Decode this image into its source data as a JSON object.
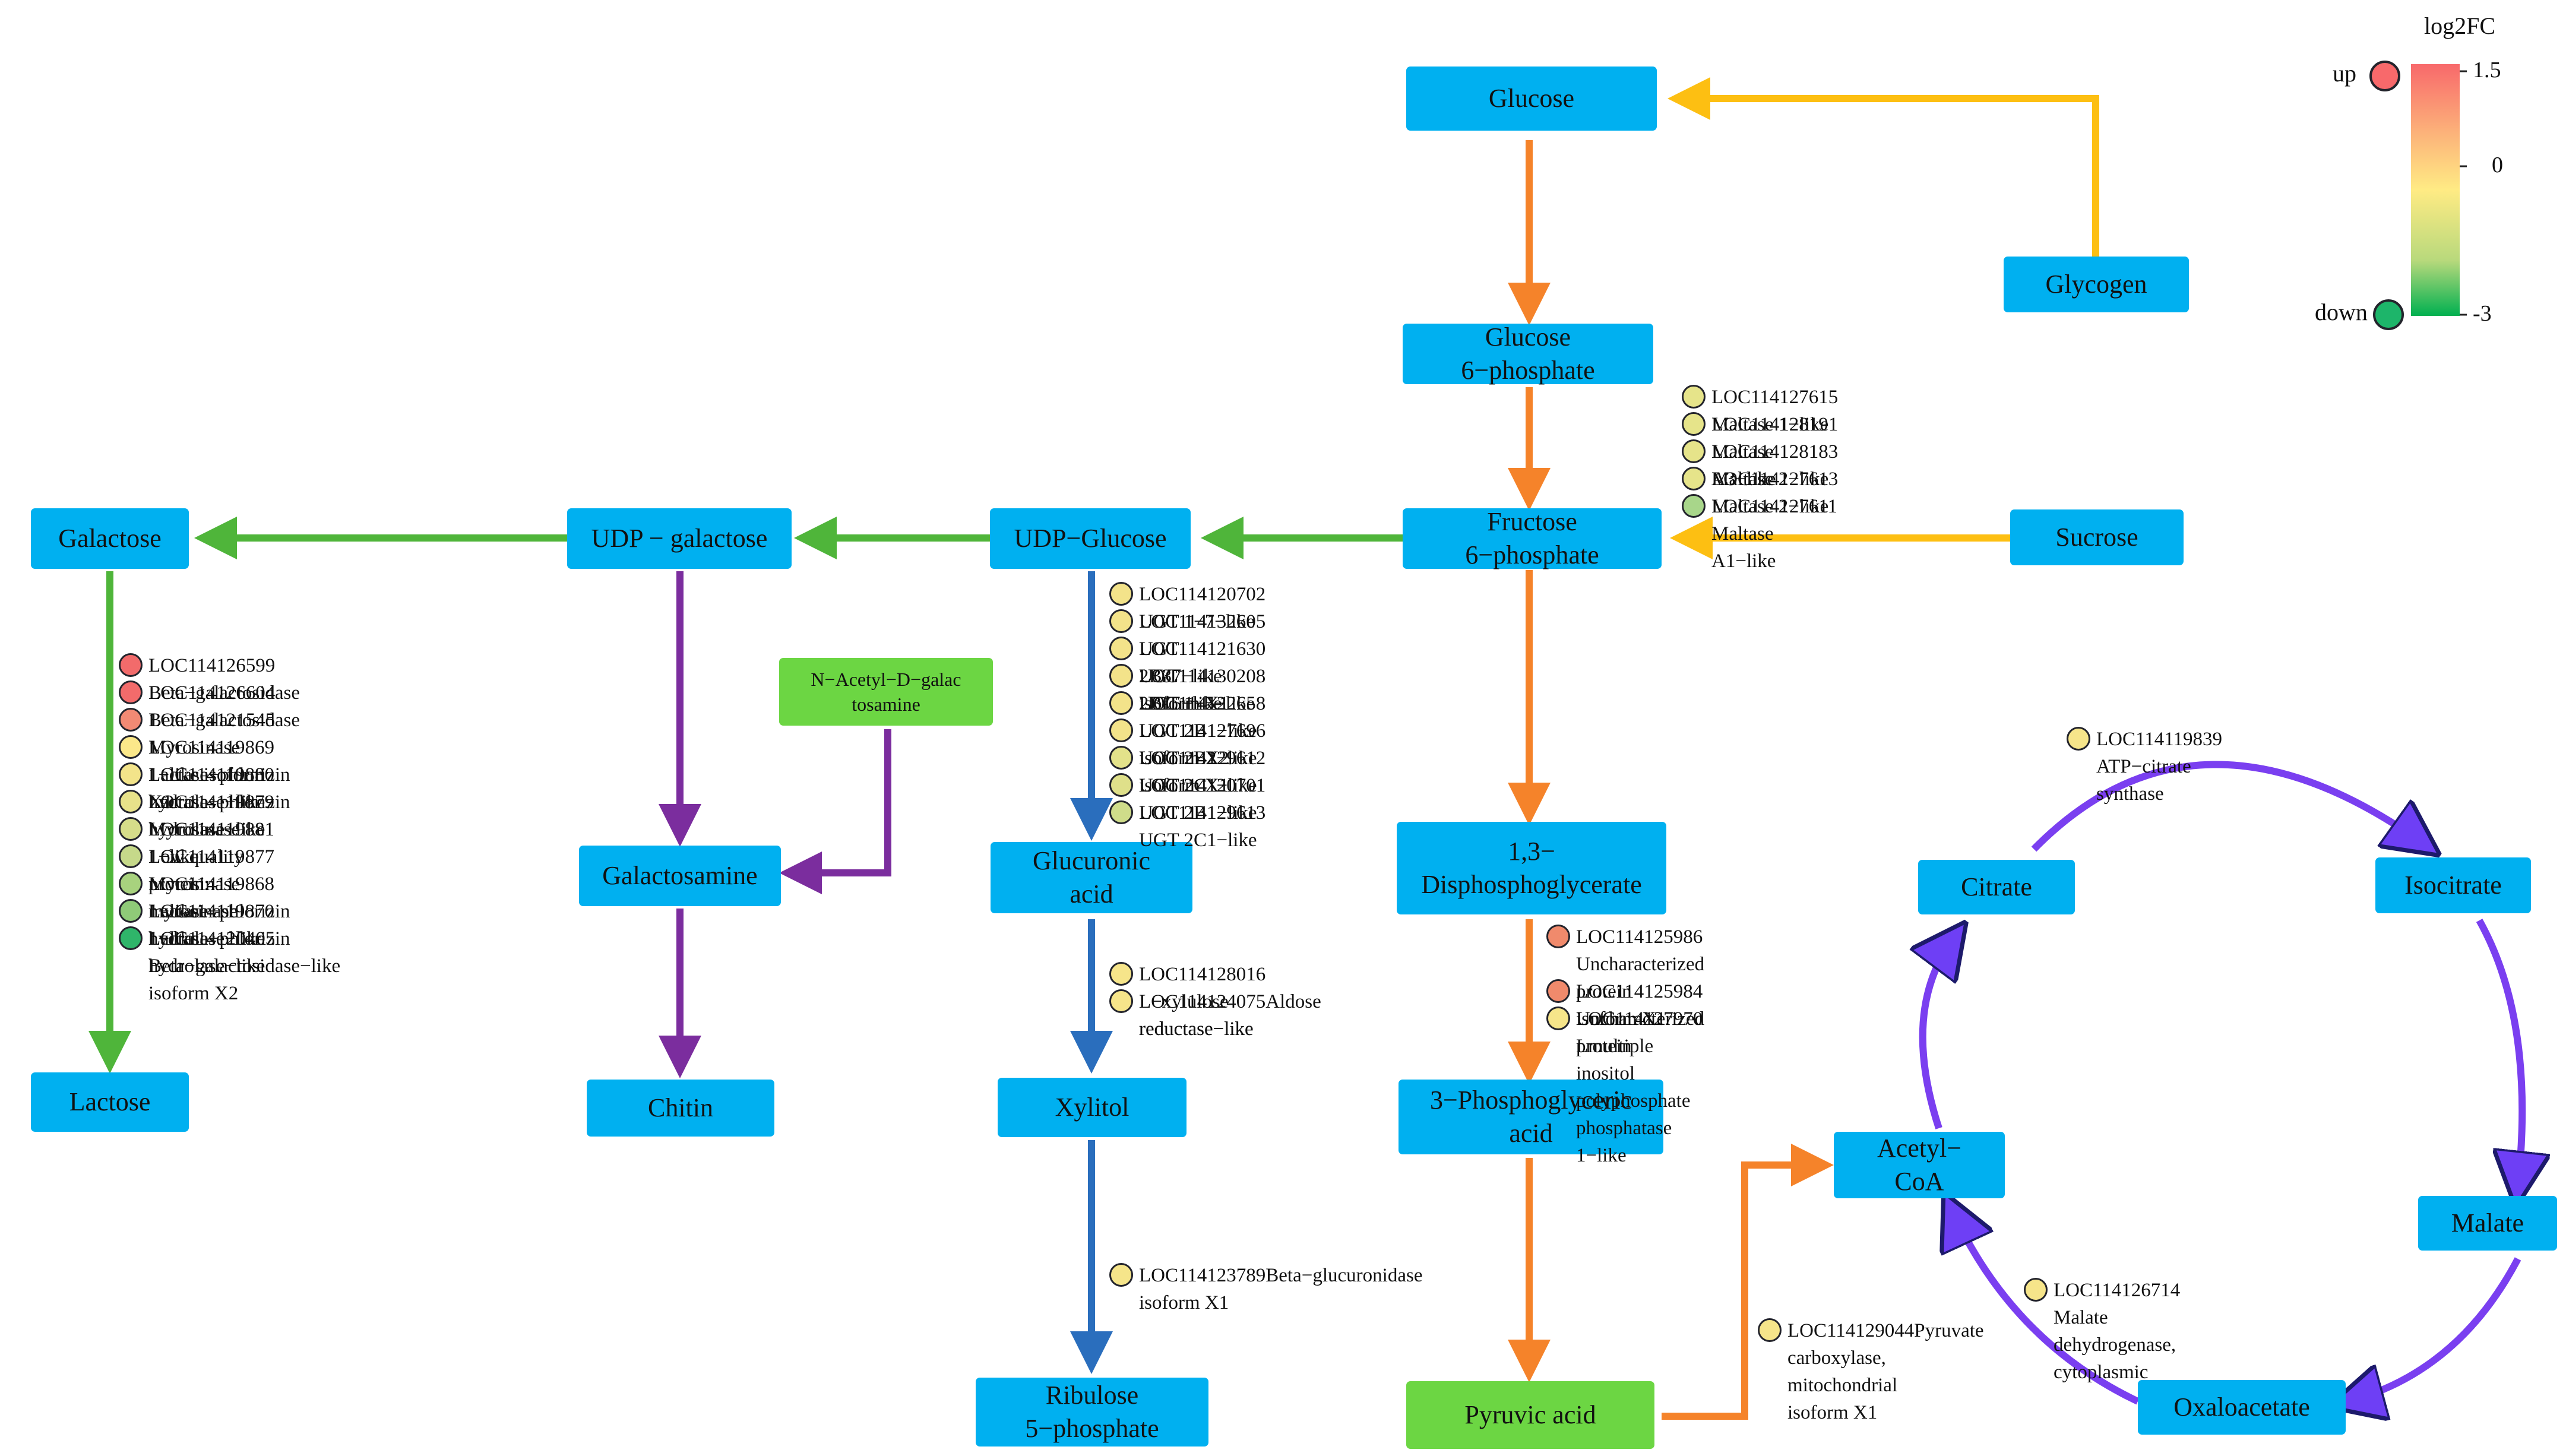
{
  "legend": {
    "title": "log2FC",
    "up_label": "up",
    "down_label": "down",
    "ticks": [
      "1.5",
      "0",
      "-3"
    ],
    "colors": {
      "high": "#f8696b",
      "mid": "#ffeb84",
      "low": "#00b050",
      "up_dot": "#f8696b",
      "down_dot": "#1db56a"
    }
  },
  "nodes": {
    "glucose": "Glucose",
    "glycogen": "Glycogen",
    "glucose6p": "Glucose\n6−phosphate",
    "fructose6p": "Fructose\n6−phosphate",
    "sucrose": "Sucrose",
    "udp_glucose": "UDP−Glucose",
    "udp_galactose": "UDP − galactose",
    "galactose": "Galactose",
    "lactose": "Lactose",
    "galactosamine": "Galactosamine",
    "chitin": "Chitin",
    "nacetyl": "N−Acetyl−D−galac\ntosamine",
    "glucuronic": "Glucuronic\nacid",
    "xylitol": "Xylitol",
    "ribulose": "Ribulose\n5−phosphate",
    "bpg": "1,3−\nDisphosphoglycerate",
    "pga": "3−Phosphoglyceric\nacid",
    "pyruvic": "Pyruvic acid",
    "acetylcoa": "Acetyl−\nCoA",
    "citrate": "Citrate",
    "isocitrate": "Isocitrate",
    "malate": "Malate",
    "oxaloacetate": "Oxaloacetate"
  },
  "genes": {
    "maltase": [
      {
        "label": "LOC114127615 Maltase 1−like",
        "color": "#e6e48a"
      },
      {
        "label": "LOC114128191 Maltase A3−like",
        "color": "#e6e48a"
      },
      {
        "label": "LOC114128183 Maltase 2−like",
        "color": "#e6e48a"
      },
      {
        "label": "LOC114127613 Maltase 2−like",
        "color": "#e6e48a"
      },
      {
        "label": "LOC114127611 Maltase A1−like",
        "color": "#a8d68a"
      }
    ],
    "ugt": [
      {
        "label": "LOC114120702 UGT 1−7−like",
        "color": "#f3e38a"
      },
      {
        "label": "LOC114132605 UGT 2B37−like isoform X1",
        "color": "#f3e38a"
      },
      {
        "label": "LOC114121630 UGT 2B15−like",
        "color": "#f3e38a"
      },
      {
        "label": "LOC114130208 UGT 1−5−like",
        "color": "#f3e38a"
      },
      {
        "label": "LOC114122658 UGT 2B1−like isoform X2",
        "color": "#f3e38a"
      },
      {
        "label": "LOC114127696 UGT 2B2−like isoform X1",
        "color": "#f3e38a"
      },
      {
        "label": "LOC114129612 UGT 2C1−like",
        "color": "#e3e28a"
      },
      {
        "label": "LOC114120701 UGT 2B1−like",
        "color": "#dfe08a"
      },
      {
        "label": "LOC114129613 UGT 2C1−like",
        "color": "#cfdc8a"
      }
    ],
    "galactosidase": [
      {
        "label": "LOC114126599 Beta−galactosidase 1",
        "color": "#f26b6b"
      },
      {
        "label": "LOC114126604 Beta−galactosidase 1",
        "color": "#f26b6b"
      },
      {
        "label": "LOC114121545 Myrosinase 1−like isoform X1",
        "color": "#f28a74"
      },
      {
        "label": "LOC114119869 Lactase−phlorizin hydrolase−like",
        "color": "#fbe88a"
      },
      {
        "label": "LOC114119880 Lactase−phlorizin hydrolase−like",
        "color": "#f3e48a"
      },
      {
        "label": "LOC114119879 Myrosinase 1−like",
        "color": "#e8e28a"
      },
      {
        "label": "LOC114119881 Low quality protein: myrosinase 1−like",
        "color": "#d6dd8a"
      },
      {
        "label": "LOC114119877 Myrosinase 1−like",
        "color": "#c6d98a"
      },
      {
        "label": "LOC114119868 Lactase−phlorizin hydrolase−like",
        "color": "#a8d27e"
      },
      {
        "label": "LOC114119870 Lactase−phlorizin hydrolase−like",
        "color": "#8fca78"
      },
      {
        "label": "LOC114120405 Beta−galactosidase−like isoform X2",
        "color": "#2fb56a"
      }
    ],
    "xylulose": [
      {
        "label": "LOC114128016 L−xylulose reductase−like",
        "color": "#f6e58a"
      },
      {
        "label": "LOC114124075Aldose reductase−like",
        "color": "#f6e58a"
      }
    ],
    "glucuronidase": [
      {
        "label": "LOC114123789Beta−glucuronidase\nisoform X1",
        "color": "#f6e58a"
      }
    ],
    "bpg_genes": [
      {
        "label": "LOC114125986 Uncharacterized protein\nisoform X1",
        "color": "#f08a6c"
      },
      {
        "label": "LOC114125984 Uncharacterized protein",
        "color": "#f08a6c"
      },
      {
        "label": "LOC114127970 Lmultiple inositol\npolyphosphate phosphatase 1−like",
        "color": "#f6e58a"
      }
    ],
    "citrate_synthase": [
      {
        "label": "LOC114119839 ATP−citrate synthase",
        "color": "#f6e58a"
      }
    ],
    "malate_dh": [
      {
        "label": "LOC114126714 Malate dehydrogenase,\ncytoplasmic",
        "color": "#f6e58a"
      }
    ],
    "pyruvate_carboxylase": [
      {
        "label": "LOC114129044Pyruvate\ncarboxylase, mitochondrial\nisoform X1",
        "color": "#f6e58a"
      }
    ]
  },
  "colors": {
    "node_blue": "#00b0f0",
    "node_green": "#6cd643",
    "arrow_orange": "#f5832a",
    "arrow_yellow": "#fdbf12",
    "arrow_green": "#4fb53a",
    "arrow_purple": "#7b2d9e",
    "arrow_blue": "#2a6ebd",
    "cycle_violet": "#7a3ff0"
  }
}
